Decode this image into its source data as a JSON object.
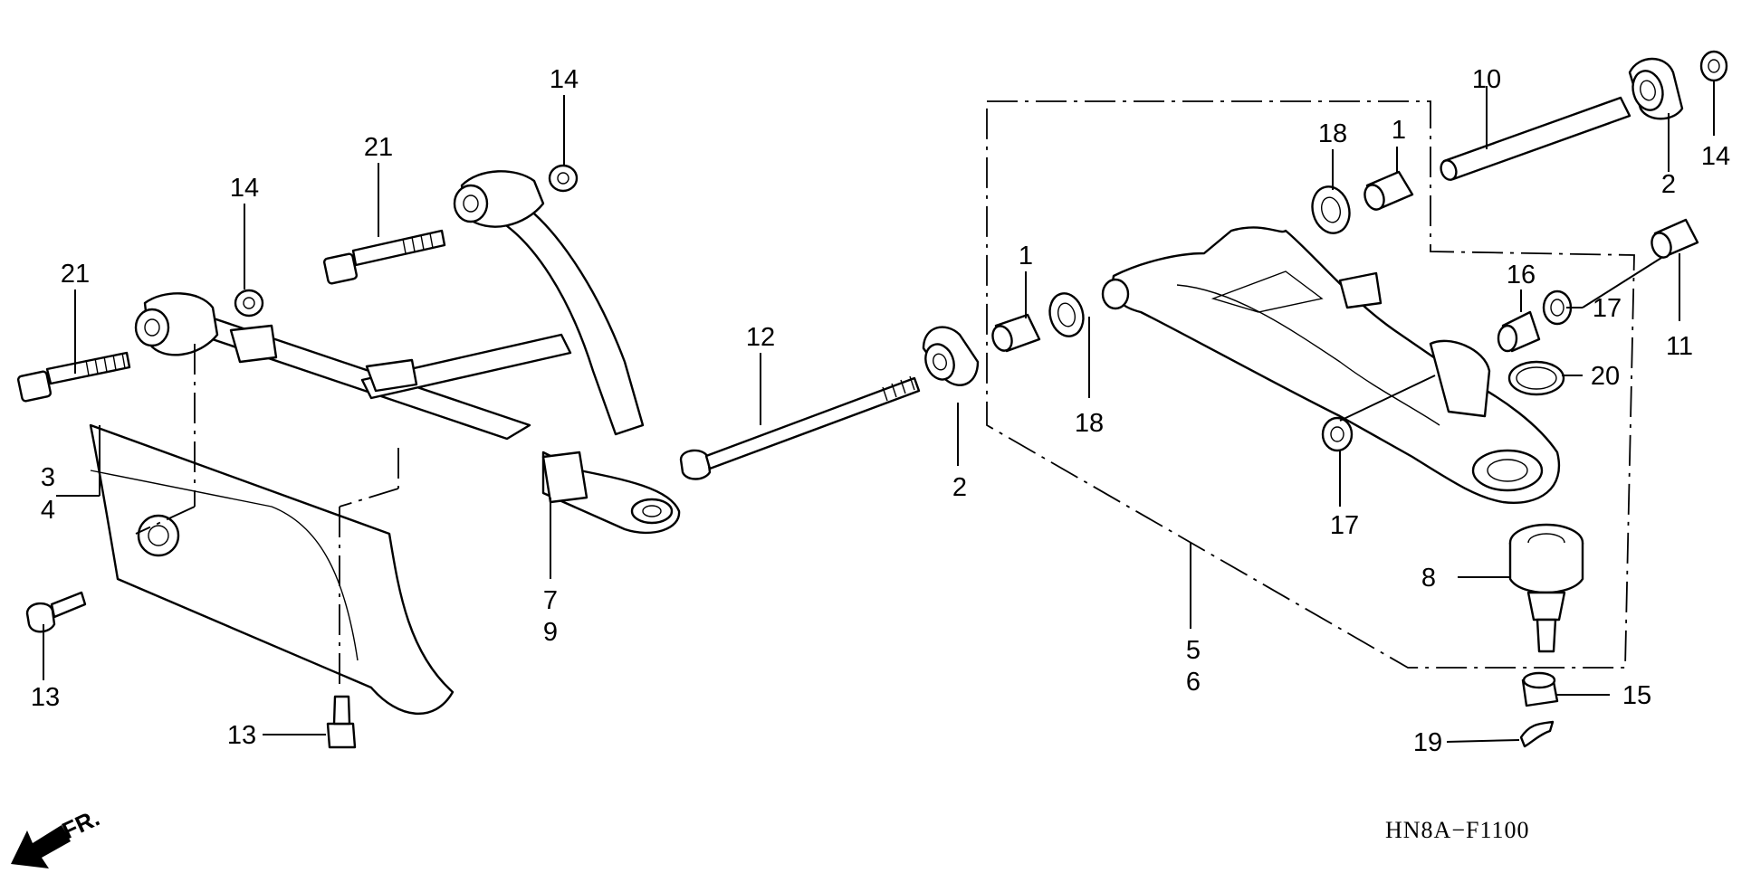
{
  "labels": {
    "p1a": "1",
    "p1b": "1",
    "p2a": "2",
    "p2b": "2",
    "p3": "3",
    "p4": "4",
    "p5": "5",
    "p6": "6",
    "p7": "7",
    "p8": "8",
    "p9": "9",
    "p10": "10",
    "p11": "11",
    "p12": "12",
    "p13a": "13",
    "p13b": "13",
    "p14a": "14",
    "p14b": "14",
    "p14c": "14",
    "p15": "15",
    "p16": "16",
    "p17a": "17",
    "p17b": "17",
    "p18a": "18",
    "p18b": "18",
    "p19": "19",
    "p20": "20",
    "p21a": "21",
    "p21b": "21"
  },
  "diagram_code": "HN8A−F1100",
  "front_indicator": "FR."
}
